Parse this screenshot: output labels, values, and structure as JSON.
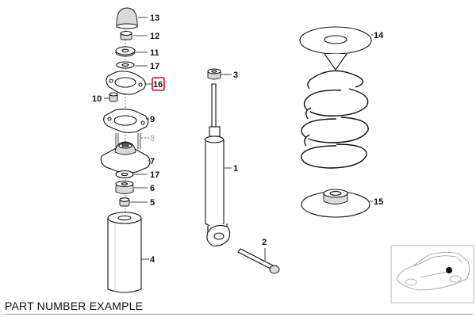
{
  "caption": "PART NUMBER EXAMPLE",
  "highlight_color": "#e0001b",
  "callouts": {
    "p13": "13",
    "p12": "12",
    "p11": "11",
    "p17a": "17",
    "p16": "16",
    "p10": "10",
    "p9": "9",
    "p8": "8",
    "p7": "7",
    "p17b": "17",
    "p6": "6",
    "p5": "5",
    "p4": "4",
    "p3": "3",
    "p1": "1",
    "p2": "2",
    "p14": "14",
    "p15": "15"
  },
  "icons": {
    "car_thumbnail": "car-silhouette-icon",
    "location_marker": "dot-marker-icon"
  }
}
